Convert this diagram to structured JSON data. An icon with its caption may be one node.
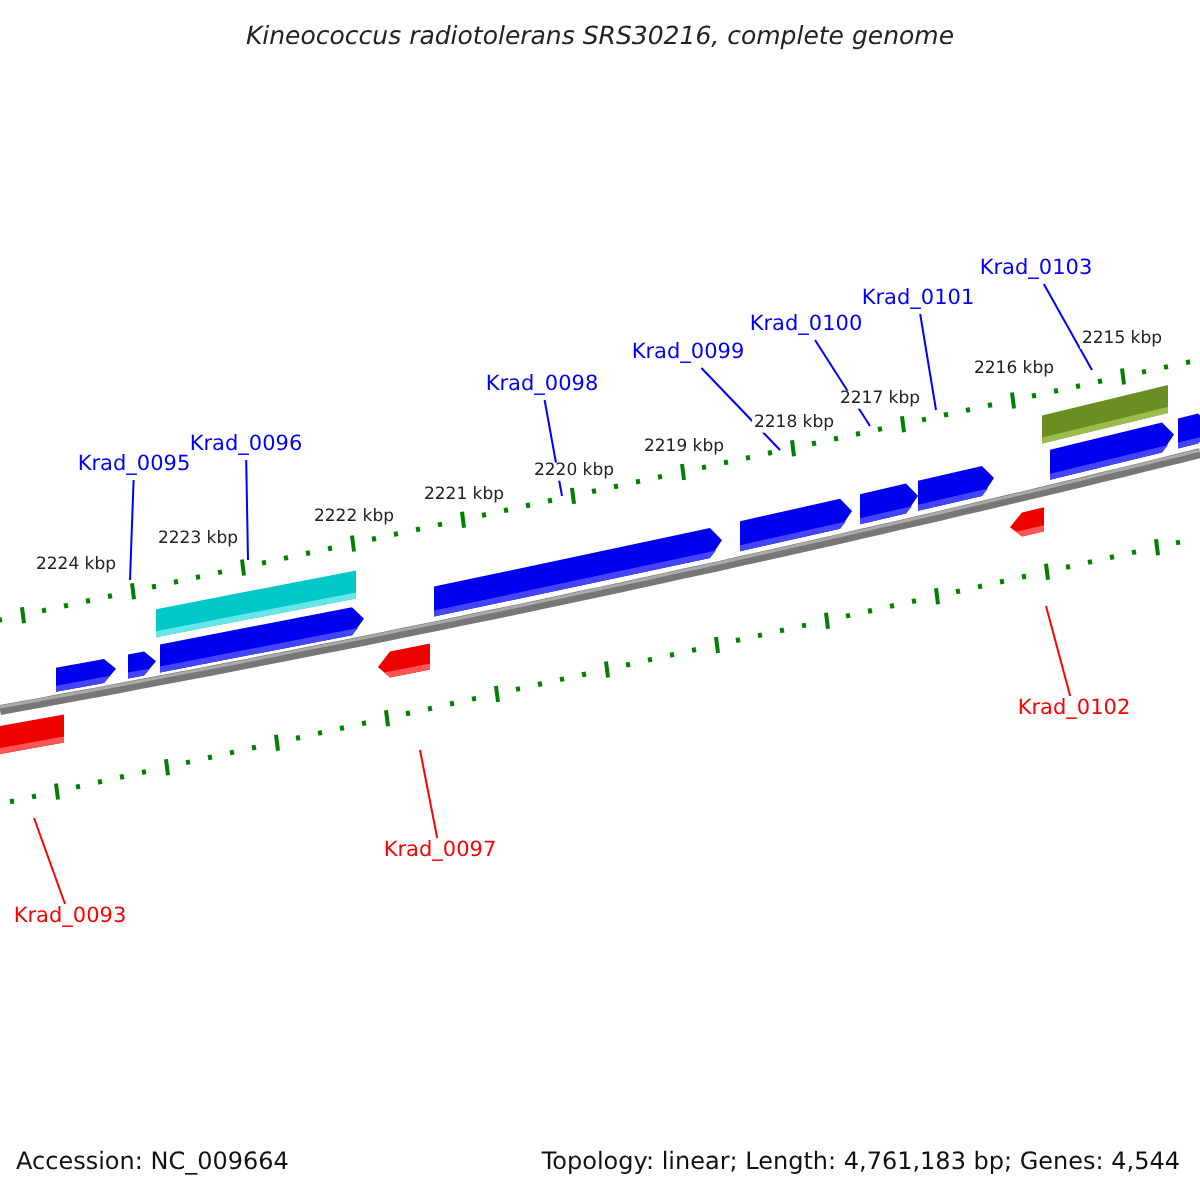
{
  "diagram": {
    "title": "Kineococcus radiotolerans SRS30216, complete genome",
    "nodes": [
      {
        "text": [
          "Krad_0093"
        ]
      },
      {
        "text": [
          "Krad_0095"
        ]
      },
      {
        "text": [
          "Krad_0096"
        ]
      },
      {
        "text": [
          "Krad_0097"
        ]
      },
      {
        "text": [
          "Krad_0098"
        ]
      },
      {
        "text": [
          "Krad_0099"
        ]
      },
      {
        "text": [
          "Krad_0100"
        ]
      },
      {
        "text": [
          "Krad_0101"
        ]
      },
      {
        "text": [
          "Krad_0102"
        ]
      },
      {
        "text": [
          "Krad_0103"
        ]
      }
    ],
    "edges": [
      {
        "from": 0,
        "to": null,
        "arrow": "none",
        "color": "#ff0000"
      },
      {
        "from": 1,
        "to": null,
        "arrow": "none"
      },
      {
        "from": 2,
        "to": null,
        "arrow": "none"
      },
      {
        "from": 3,
        "to": null,
        "arrow": "none",
        "color": "#ff0000"
      },
      {
        "from": 4,
        "to": null,
        "arrow": "none"
      },
      {
        "from": 5,
        "to": null,
        "arrow": "none"
      },
      {
        "from": 6,
        "to": null,
        "arrow": "none"
      },
      {
        "from": 7,
        "to": null,
        "arrow": "none"
      },
      {
        "from": 8,
        "to": null,
        "arrow": "none",
        "color": "#ff0000"
      },
      {
        "from": 9,
        "to": null,
        "arrow": "none"
      }
    ],
    "labels": [
      "2224 kbp",
      "2223 kbp",
      "2222 kbp",
      "2221 kbp",
      "2220 kbp",
      "2219 kbp",
      "2218 kbp",
      "2217 kbp",
      "2216 kbp",
      "2215 kbp",
      "Accession: NC_009664",
      "Topology: linear; Length: 4,761,183 bp; Genes: 4,544"
    ]
  }
}
